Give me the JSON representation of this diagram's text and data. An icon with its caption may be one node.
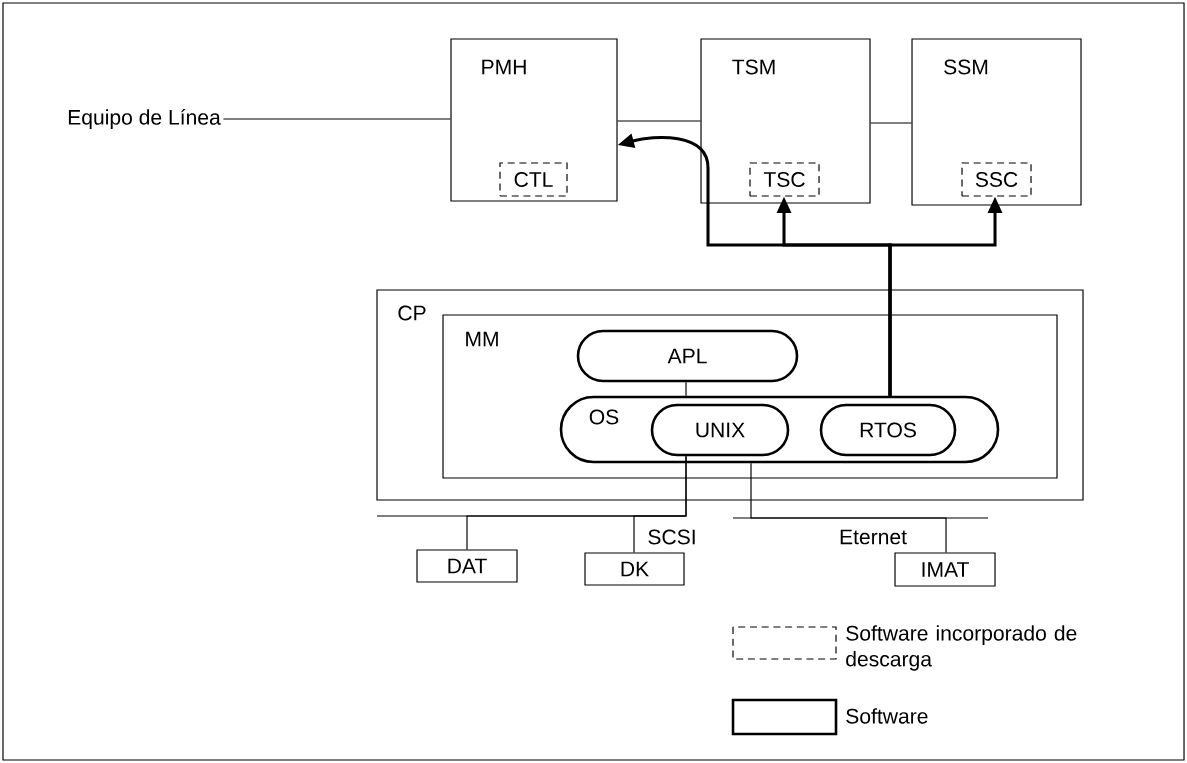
{
  "diagram": {
    "nodes": [
      {
        "text": [
          "Equipo de Línea"
        ]
      },
      {
        "text": [
          "PMH"
        ]
      },
      {
        "text": [
          "CTL"
        ],
        "in": 1
      },
      {
        "text": [
          "TSM"
        ]
      },
      {
        "text": [
          "TSC"
        ],
        "in": 3
      },
      {
        "text": [
          "SSM"
        ]
      },
      {
        "text": [
          "SSC"
        ],
        "in": 5
      },
      {
        "text": [
          "CP"
        ]
      },
      {
        "text": [
          "MM"
        ],
        "in": 7
      },
      {
        "text": [
          "APL"
        ],
        "in": 8
      },
      {
        "text": [
          "OS"
        ],
        "in": 8
      },
      {
        "text": [
          "UNIX"
        ],
        "in": 10
      },
      {
        "text": [
          "RTOS"
        ],
        "in": 10
      },
      {
        "text": [
          "DAT"
        ]
      },
      {
        "text": [
          "DK"
        ]
      },
      {
        "text": [
          "IMAT"
        ]
      }
    ],
    "edges": [
      {
        "from": 0,
        "to": 1,
        "arrow": "none"
      },
      {
        "from": 1,
        "to": 3,
        "arrow": "none"
      },
      {
        "from": 3,
        "to": 5,
        "arrow": "none"
      },
      {
        "from": 10,
        "to": 1,
        "arrow": "to",
        "style": "thick"
      },
      {
        "from": 10,
        "to": 4,
        "arrow": "to",
        "style": "thick"
      },
      {
        "from": 10,
        "to": 6,
        "arrow": "to",
        "style": "thick"
      },
      {
        "from": 9,
        "to": 10,
        "arrow": "none"
      },
      {
        "from": 11,
        "to": 13,
        "arrow": "none"
      },
      {
        "from": 11,
        "to": 14,
        "arrow": "none",
        "label": "SCSI"
      },
      {
        "from": 10,
        "to": 15,
        "arrow": "none",
        "label": "Eternet"
      }
    ],
    "legend": [
      {
        "text": "Software incorporado de descarga"
      },
      {
        "text": "Software"
      }
    ]
  }
}
